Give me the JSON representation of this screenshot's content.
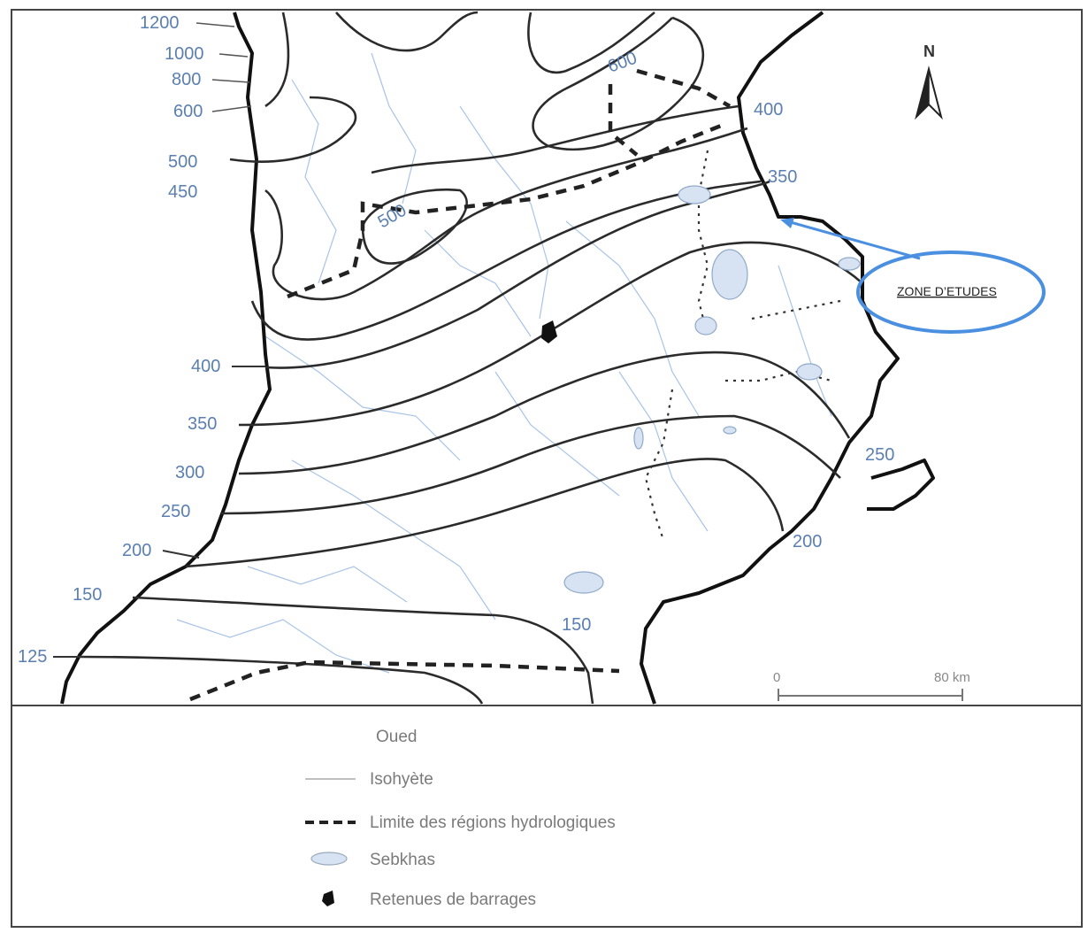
{
  "map": {
    "isohyet_labels_left": [
      "1200",
      "1000",
      "800",
      "600",
      "500",
      "450",
      "400",
      "350",
      "300",
      "250",
      "200",
      "150",
      "125"
    ],
    "isohyet_labels_inner": [
      "600",
      "500",
      "150"
    ],
    "isohyet_labels_right": [
      "400",
      "350",
      "250",
      "200"
    ],
    "north_label": "N",
    "scale": {
      "start": "0",
      "end": "80 km"
    },
    "callout": {
      "label": "ZONE D’ETUDES"
    }
  },
  "legend": {
    "items": [
      {
        "symbol": "oued-line",
        "label": "Oued"
      },
      {
        "symbol": "isohyet-line",
        "label": "Isohyète"
      },
      {
        "symbol": "dashed-boundary",
        "label": "Limite des régions hydrologiques"
      },
      {
        "symbol": "sebkha-hatch",
        "label": "Sebkhas"
      },
      {
        "symbol": "reservoir-mark",
        "label": "Retenues de barrages"
      }
    ]
  },
  "colors": {
    "isohyet": "#2b2b2b",
    "label": "#5a7fb0",
    "callout": "#4a8fe0",
    "oued": "#a9c4e6"
  }
}
